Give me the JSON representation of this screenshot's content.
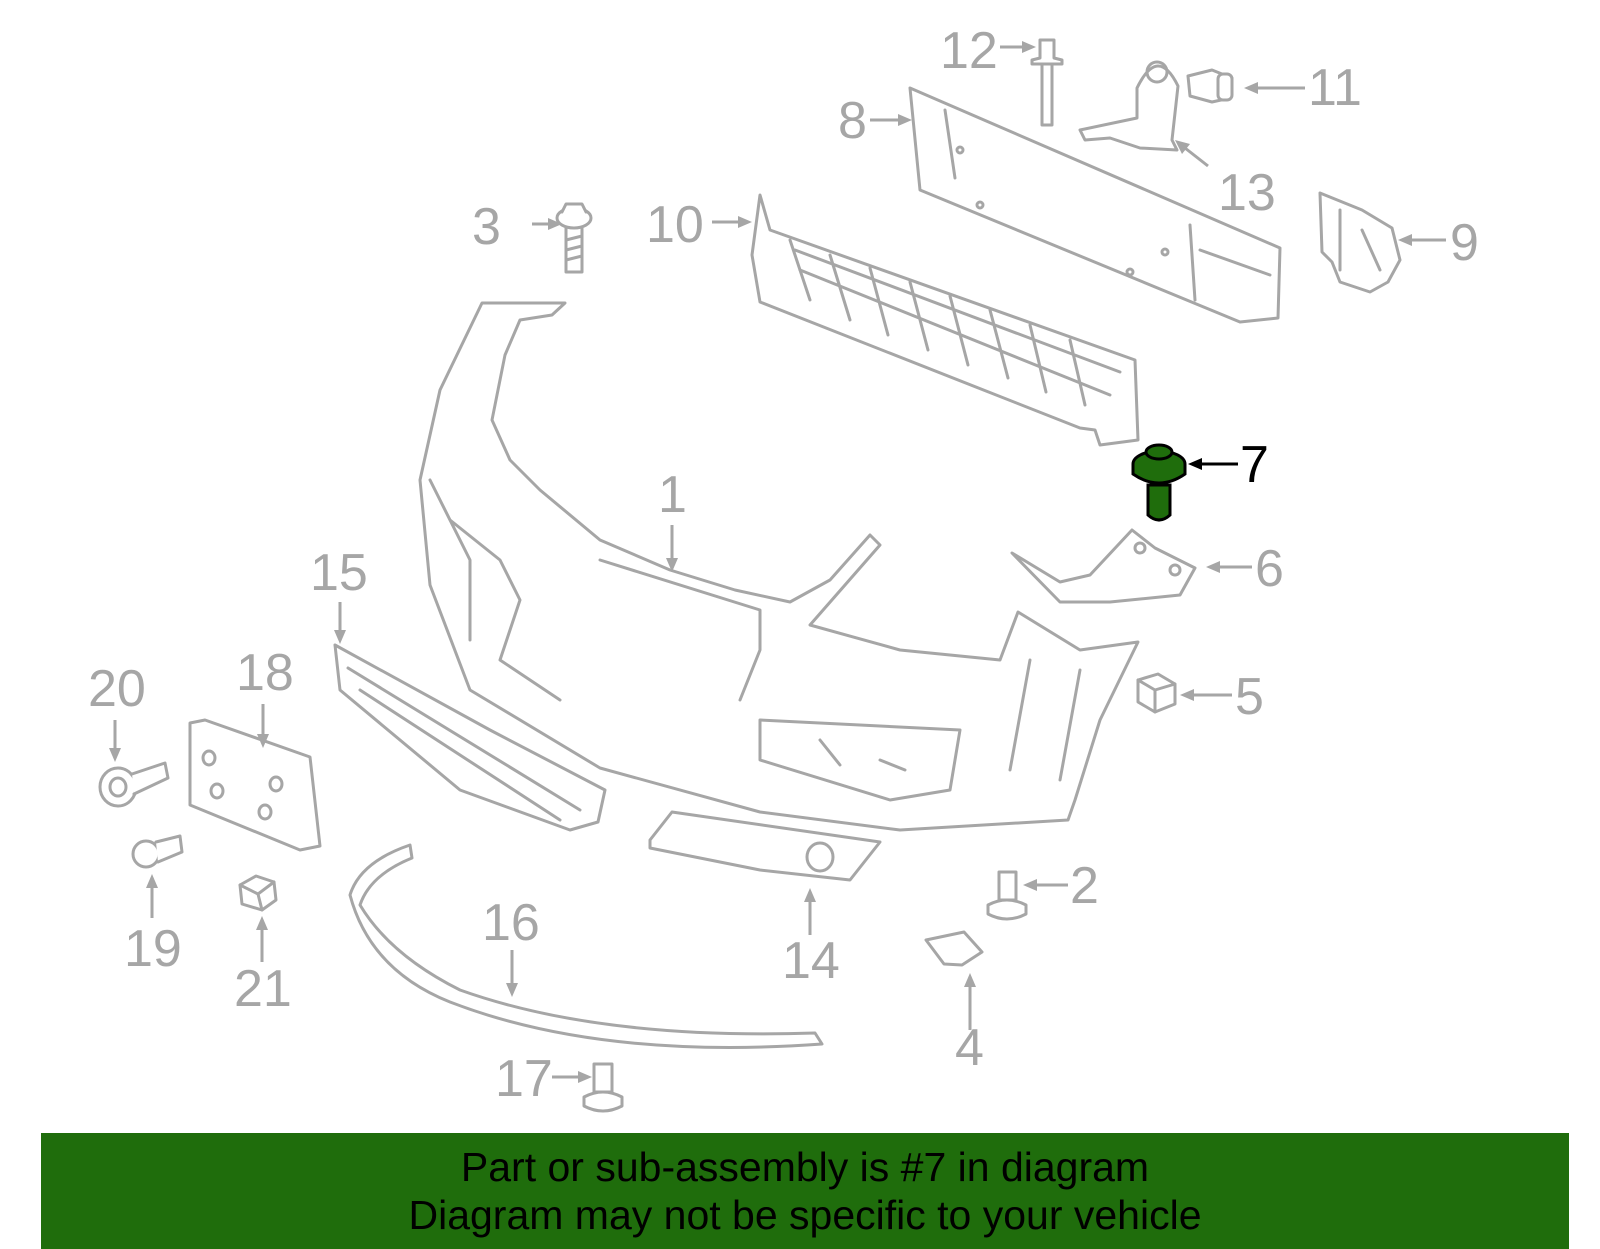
{
  "diagram": {
    "selected_part": "7",
    "highlight_color": "#1f6d0c",
    "line_color": "#a6a6a6",
    "callouts": {
      "c1": "1",
      "c2": "2",
      "c3": "3",
      "c4": "4",
      "c5": "5",
      "c6": "6",
      "c7": "7",
      "c8": "8",
      "c9": "9",
      "c10": "10",
      "c11": "11",
      "c12": "12",
      "c13": "13",
      "c14": "14",
      "c15": "15",
      "c16": "16",
      "c17": "17",
      "c18": "18",
      "c19": "19",
      "c20": "20",
      "c21": "21"
    }
  },
  "banner": {
    "line1": "Part or sub-assembly is #7 in diagram",
    "line2": "Diagram may not be specific to your vehicle",
    "background": "#1f6d0c"
  }
}
